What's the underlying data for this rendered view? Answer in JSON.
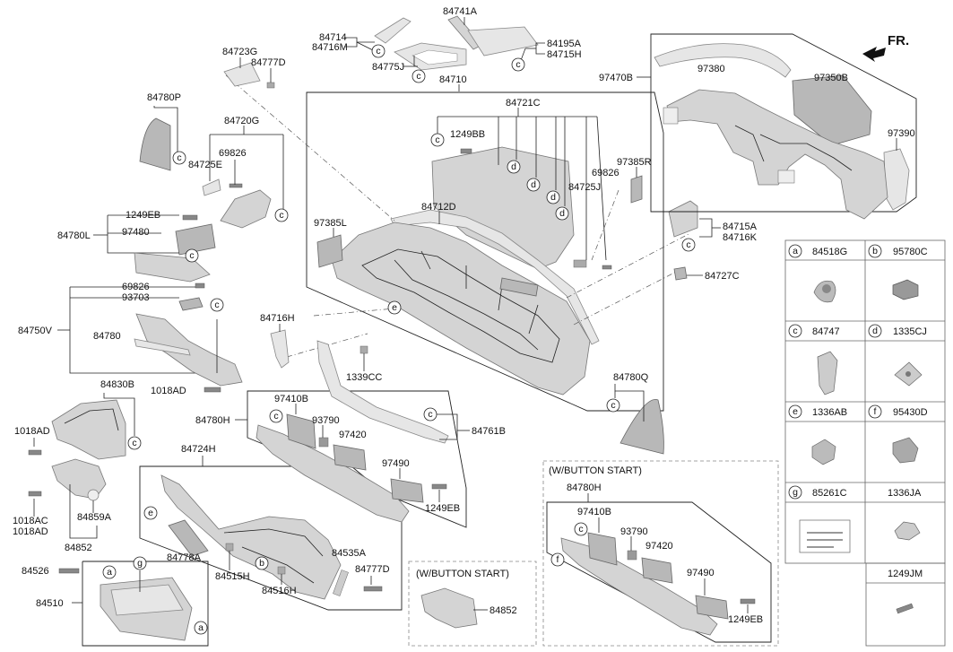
{
  "orientation_label": "FR.",
  "variant_label": "(W/BUTTON START)",
  "labels": {
    "p84741A": "84741A",
    "p84714": "84714",
    "p84716M": "84716M",
    "p84775J": "84775J",
    "p84195A": "84195A",
    "p84715H": "84715H",
    "p84723G": "84723G",
    "p84777D_top": "84777D",
    "p84780P": "84780P",
    "p84710": "84710",
    "p84721C": "84721C",
    "p1249BB": "1249BB",
    "p84720G": "84720G",
    "p69826_a": "69826",
    "p84725E": "84725E",
    "p1249EB_a": "1249EB",
    "p84780L": "84780L",
    "p97480": "97480",
    "p69826_b": "69826",
    "p93703": "93703",
    "p84750V": "84750V",
    "p84780": "84780",
    "p1018AD_a": "1018AD",
    "p84830B": "84830B",
    "p1018AD_b": "1018AD",
    "p1018AC": "1018AC",
    "p1018AD_c": "1018AD",
    "p84859A": "84859A",
    "p84852_a": "84852",
    "p84526": "84526",
    "p84510": "84510",
    "p84724H": "84724H",
    "p84778A": "84778A",
    "p84515H": "84515H",
    "p84516H": "84516H",
    "p84535A": "84535A",
    "p84777D_b": "84777D",
    "p84852_b": "84852",
    "p84780H_a": "84780H",
    "p97410B_a": "97410B",
    "p93790_a": "93790",
    "p97420_a": "97420",
    "p97490_a": "97490",
    "p1249EB_b": "1249EB",
    "p84761B": "84761B",
    "p1339CC": "1339CC",
    "p84716H": "84716H",
    "p97385L": "97385L",
    "p84712D": "84712D",
    "p69826_c": "69826",
    "p84725J": "84725J",
    "p97385R": "97385R",
    "p84715A": "84715A",
    "p84716K": "84716K",
    "p84727C": "84727C",
    "p84780Q": "84780Q",
    "p97470B": "97470B",
    "p97380": "97380",
    "p97350B": "97350B",
    "p97390": "97390",
    "p84780H_b": "84780H",
    "p97410B_b": "97410B",
    "p93790_b": "93790",
    "p97420_b": "97420",
    "p97490_b": "97490",
    "p1249EB_c": "1249EB"
  },
  "callout_letters": {
    "a": "a",
    "b": "b",
    "c": "c",
    "d": "d",
    "e": "e",
    "f": "f",
    "g": "g"
  },
  "legend": [
    {
      "letter": "a",
      "part": "84518G"
    },
    {
      "letter": "b",
      "part": "95780C"
    },
    {
      "letter": "c",
      "part": "84747"
    },
    {
      "letter": "d",
      "part": "1335CJ"
    },
    {
      "letter": "e",
      "part": "1336AB"
    },
    {
      "letter": "f",
      "part": "95430D"
    },
    {
      "letter": "g",
      "part": "85261C"
    },
    {
      "letter": "",
      "part": "1336JA"
    },
    {
      "letter": "",
      "part": "1249JM"
    }
  ]
}
